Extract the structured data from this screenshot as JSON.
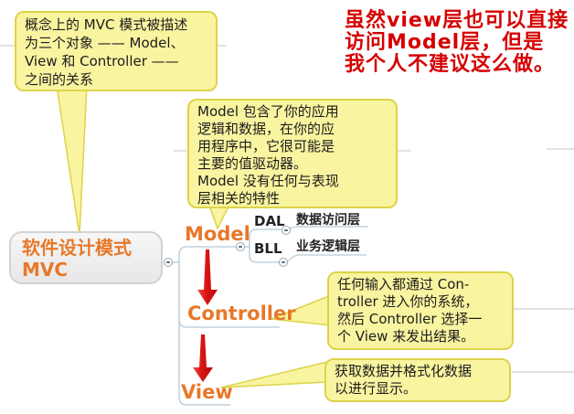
{
  "root": {
    "lines": [
      "软件设计模式",
      "MVC"
    ]
  },
  "topics": {
    "model": "Model",
    "controller": "Controller",
    "view": "View",
    "dal": "DAL",
    "dal_child": "数据访问层",
    "bll": "BLL",
    "bll_child": "业务逻辑层"
  },
  "callouts": {
    "concept": {
      "lines": [
        "概念上的 MVC 模式被描述",
        "为三个对象 —— Model、",
        "View 和 Controller ——",
        "之间的关系"
      ]
    },
    "model": {
      "lines": [
        "Model 包含了你的应用",
        "逻辑和数据，在你的应",
        "用程序中，它很可能是",
        "主要的值驱动器。",
        "Model 没有任何与表现",
        "层相关的特性"
      ]
    },
    "controller": {
      "lines": [
        "任何输入都通过 Con-",
        "troller 进入你的系统，",
        "然后 Controller 选择一",
        "个 View 来发出结果。"
      ]
    },
    "view": {
      "lines": [
        "获取数据并格式化数据",
        "以进行显示。"
      ]
    }
  },
  "note": {
    "lines": [
      "虽然view层也可以直接",
      "访问Model层，但是",
      "我个人不建议这么做。"
    ]
  },
  "icons": {
    "collapse_button": "minus-icon"
  },
  "colors": {
    "topic_orange": "#E8782A",
    "warning_red": "#D60000",
    "callout_fill": "#F9F4A0",
    "callout_border": "#DDD34A",
    "branch_line": "#C2D2DD",
    "arrow_red": "#D91F1F",
    "node_border": "#D2D2D2",
    "faint_guide_line": "#D9D9D9"
  }
}
